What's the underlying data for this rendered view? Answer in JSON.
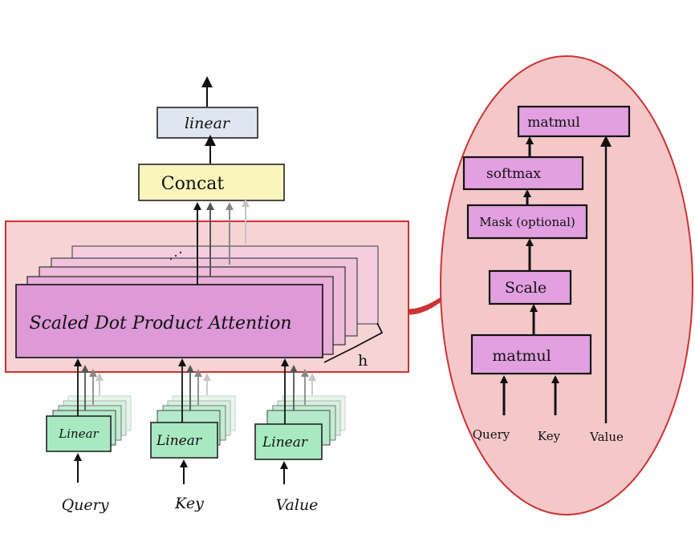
{
  "multi_head": {
    "output_linear_label": "linear",
    "concat_label": "Concat",
    "attention_label": "Scaled Dot Product Attention",
    "heads_label": "h",
    "input_linears": [
      {
        "label": "Linear",
        "input": "Query"
      },
      {
        "label": "Linear",
        "input": "Key"
      },
      {
        "label": "Linear",
        "input": "Value"
      }
    ]
  },
  "scaled_dot_product": {
    "matmul_top_label": "matmul",
    "softmax_label": "softmax",
    "mask_label": "Mask (optional)",
    "scale_label": "Scale",
    "matmul_bottom_label": "matmul",
    "inputs": [
      "Query",
      "Key",
      "Value"
    ]
  },
  "colors": {
    "attention_fill": "#dd99d8",
    "stack_fill": "#f2c6dd",
    "red_outline": "#cc3333",
    "red_fill": "#f6d4d4",
    "ellipse_fill": "#f4c8c8",
    "concat_fill": "#faf5bc",
    "linear_top_fill": "#dee6f1",
    "linear_green_fill": "#a9e9c2"
  }
}
